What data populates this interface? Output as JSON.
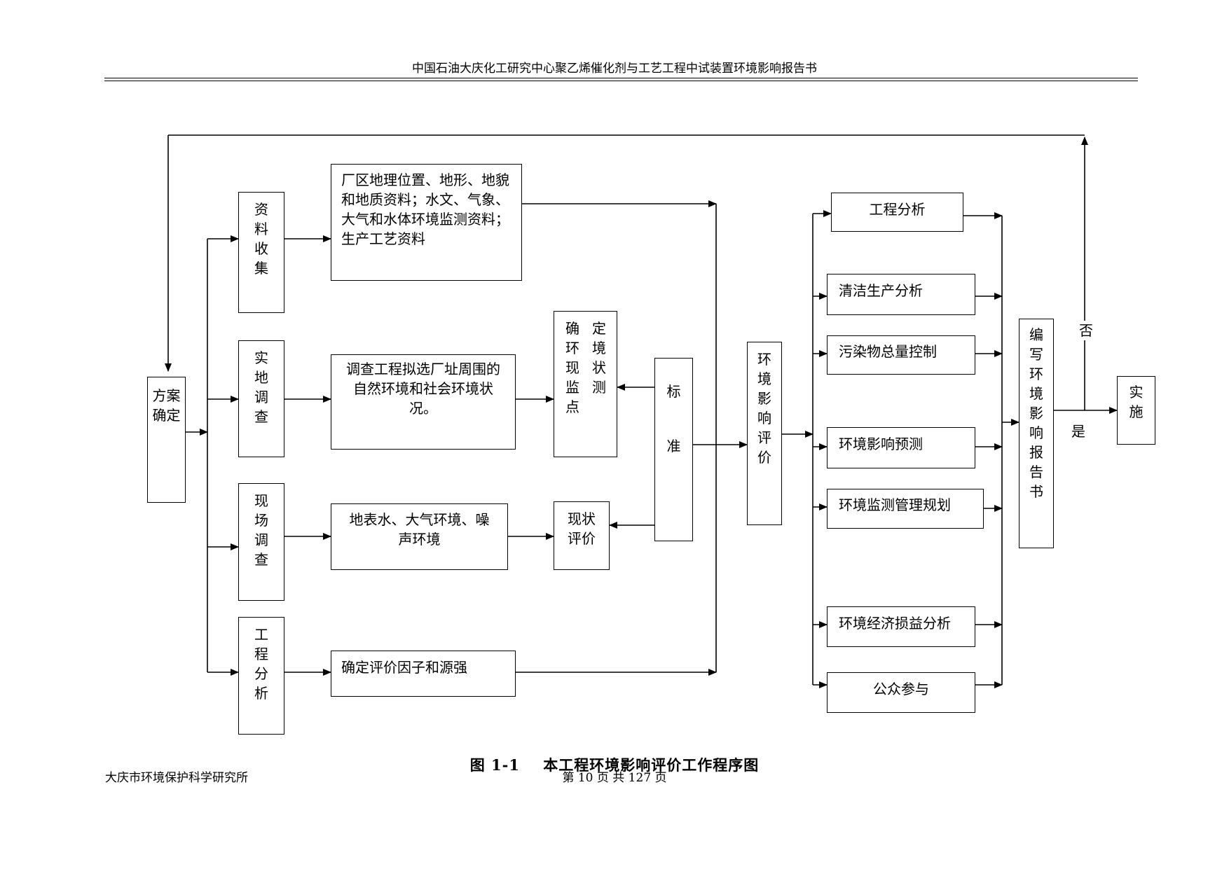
{
  "header": {
    "title": "中国石油大庆化工研究中心聚乙烯催化剂与工艺工程中试装置环境影响报告书"
  },
  "diagram": {
    "plan": "方案确定",
    "stages": [
      {
        "label": "资料收集",
        "detail": "厂区地理位置、地形、地貌和地质资料；水文、气象、大气和水体环境监测资料；生产工艺资料"
      },
      {
        "label": "实地调查",
        "detail": "调查工程拟选厂址周围的自然环境和社会环境状况。"
      },
      {
        "label": "现场调查",
        "detail": "地表水、大气环境、噪声环境"
      },
      {
        "label": "工程分析",
        "detail": "确定评价因子和源强"
      }
    ],
    "monitor_points": {
      "col1": "确环现监点",
      "col2": "定境状测"
    },
    "status_eval": "现状评价",
    "standard": [
      "标",
      "准"
    ],
    "eia": "环境影响评价",
    "analyses": [
      "工程分析",
      "清洁生产分析",
      "污染物总量控制",
      "环境影响预测",
      "环境监测管理规划",
      "环境经济损益分析",
      "公众参与"
    ],
    "report": "编写环境影响报告书",
    "yes": "是",
    "no": "否",
    "implement": "实施"
  },
  "caption": "图 1-1    本工程环境影响评价工作程序图",
  "footer": {
    "org": "大庆市环境保护科学研究所",
    "page": "第 10 页 共 127 页"
  }
}
